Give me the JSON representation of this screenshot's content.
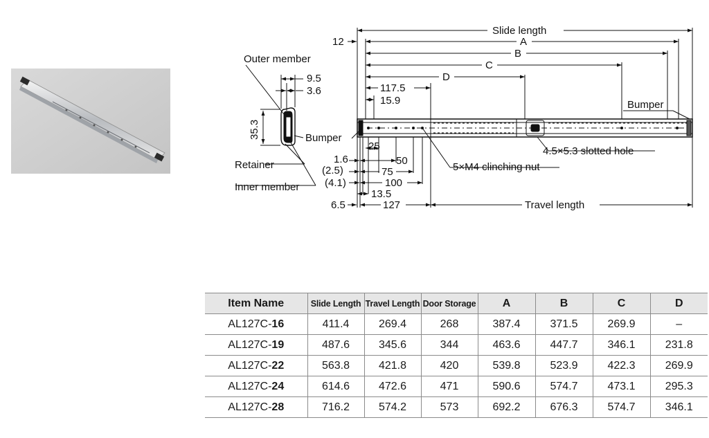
{
  "drawing": {
    "side_view": {
      "outer_member": "Outer member",
      "dim_9_5": "9.5",
      "dim_3_6": "3.6",
      "dim_35_3": "35.3",
      "bumper": "Bumper",
      "retainer": "Retainer",
      "inner_member": "Inner member"
    },
    "top_view": {
      "dim_12": "12",
      "slide_length": "Slide length",
      "a": "A",
      "b": "B",
      "c": "C",
      "d": "D",
      "dim_117_5": "117.5",
      "dim_15_9": "15.9",
      "bumper": "Bumper",
      "slotted_hole": "4.5×5.3 slotted hole",
      "clinching_nut": "5×M4 clinching nut",
      "dim_25": "25",
      "dim_1_6": "1.6",
      "dim_50": "50",
      "dim_2_5": "(2.5)",
      "dim_75": "75",
      "dim_4_1": "(4.1)",
      "dim_100": "100",
      "dim_13_5": "13.5",
      "dim_6_5": "6.5",
      "dim_127": "127",
      "travel_length": "Travel length"
    }
  },
  "table": {
    "headers": {
      "item_name": "Item Name",
      "slide_length": "Slide Length",
      "travel_length": "Travel Length",
      "door_storage": "Door Storage",
      "a": "A",
      "b": "B",
      "c": "C",
      "d": "D"
    },
    "rows": [
      {
        "prefix": "AL127C-",
        "suffix": "16",
        "slide": "411.4",
        "travel": "269.4",
        "door": "268",
        "a": "387.4",
        "b": "371.5",
        "c": "269.9",
        "d": "–"
      },
      {
        "prefix": "AL127C-",
        "suffix": "19",
        "slide": "487.6",
        "travel": "345.6",
        "door": "344",
        "a": "463.6",
        "b": "447.7",
        "c": "346.1",
        "d": "231.8"
      },
      {
        "prefix": "AL127C-",
        "suffix": "22",
        "slide": "563.8",
        "travel": "421.8",
        "door": "420",
        "a": "539.8",
        "b": "523.9",
        "c": "422.3",
        "d": "269.9"
      },
      {
        "prefix": "AL127C-",
        "suffix": "24",
        "slide": "614.6",
        "travel": "472.6",
        "door": "471",
        "a": "590.6",
        "b": "574.7",
        "c": "473.1",
        "d": "295.3"
      },
      {
        "prefix": "AL127C-",
        "suffix": "28",
        "slide": "716.2",
        "travel": "574.2",
        "door": "573",
        "a": "692.2",
        "b": "676.3",
        "c": "574.7",
        "d": "346.1"
      }
    ]
  }
}
